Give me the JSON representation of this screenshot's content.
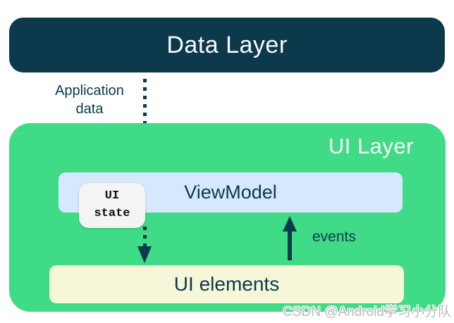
{
  "colors": {
    "navy": "#0d394c",
    "green": "#3fdb86",
    "light-blue": "#d6e9fc",
    "pale-yellow": "#f5f7d8",
    "state-bg": "#f4f4f2",
    "text-light": "#f8fafc",
    "watermark-gray": "#b8bcb8"
  },
  "data_layer": {
    "label": "Data Layer"
  },
  "ui_layer": {
    "label": "UI Layer"
  },
  "viewmodel": {
    "label": "ViewModel"
  },
  "ui_state": {
    "line1": "UI",
    "line2": "state"
  },
  "ui_elements": {
    "label": "UI elements"
  },
  "labels": {
    "application_data": "Application data",
    "events": "events"
  },
  "watermark": {
    "text": "CSDN @Android学习小分队"
  }
}
